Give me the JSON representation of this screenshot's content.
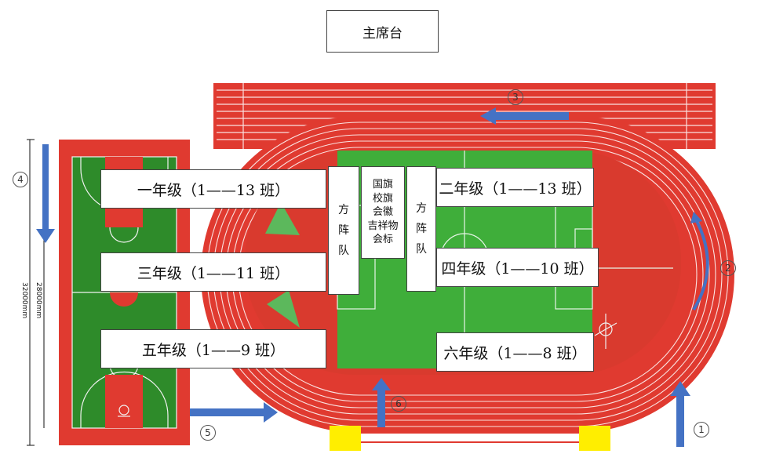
{
  "main_stand": "主席台",
  "grade_boxes": {
    "g1": "一年级（1——13 班）",
    "g3": "三年级（1——11 班）",
    "g5": "五年级（1——9 班）",
    "g2": "二年级（1——13 班）",
    "g4": "四年级（1——10 班）",
    "g6": "六年级（1——8 班）"
  },
  "phalanx_left": [
    "方",
    "阵",
    "队"
  ],
  "phalanx_right": [
    "方",
    "阵",
    "队"
  ],
  "flags": [
    "国旗",
    "校旗",
    "会徽",
    "吉祥物",
    "会标"
  ],
  "dimensions": {
    "inner": "28000mm",
    "outer": "32000mm"
  },
  "route_markers": [
    "1",
    "2",
    "3",
    "4",
    "5",
    "6"
  ],
  "colors": {
    "track": "#e03a30",
    "field": "#3fae3a",
    "court_green": "#2e8b2a",
    "arrow": "#4472c4",
    "gate": "#ffee00"
  }
}
